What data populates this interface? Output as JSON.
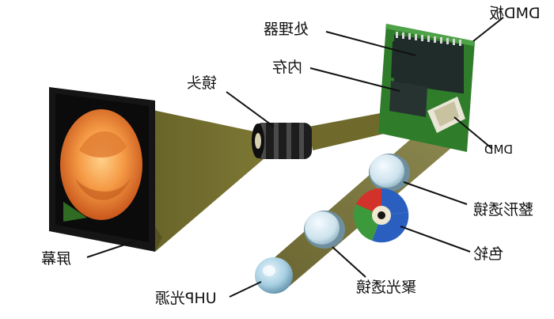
{
  "labels": {
    "dmd_board": "DMD板",
    "processor": "处理器",
    "memory": "内存",
    "lens": "镜头",
    "dmd": "DMD",
    "shaping_lens": "整形透镜",
    "color_wheel": "色轮",
    "screen": "屏幕",
    "condenser_lens": "聚光透镜",
    "uhp_source": "UHP光源"
  },
  "colors": {
    "beam": "#6f6a2c",
    "beam_dark": "#4d4a1c",
    "pcb": "#2f7d2a",
    "chip": "#1f2c2a",
    "lens_glass": "#cfe3ee",
    "lamp": "#9ec7dc",
    "wheel_red": "#d2322a",
    "wheel_green": "#3c9a3c",
    "wheel_blue": "#2a5fbf"
  }
}
